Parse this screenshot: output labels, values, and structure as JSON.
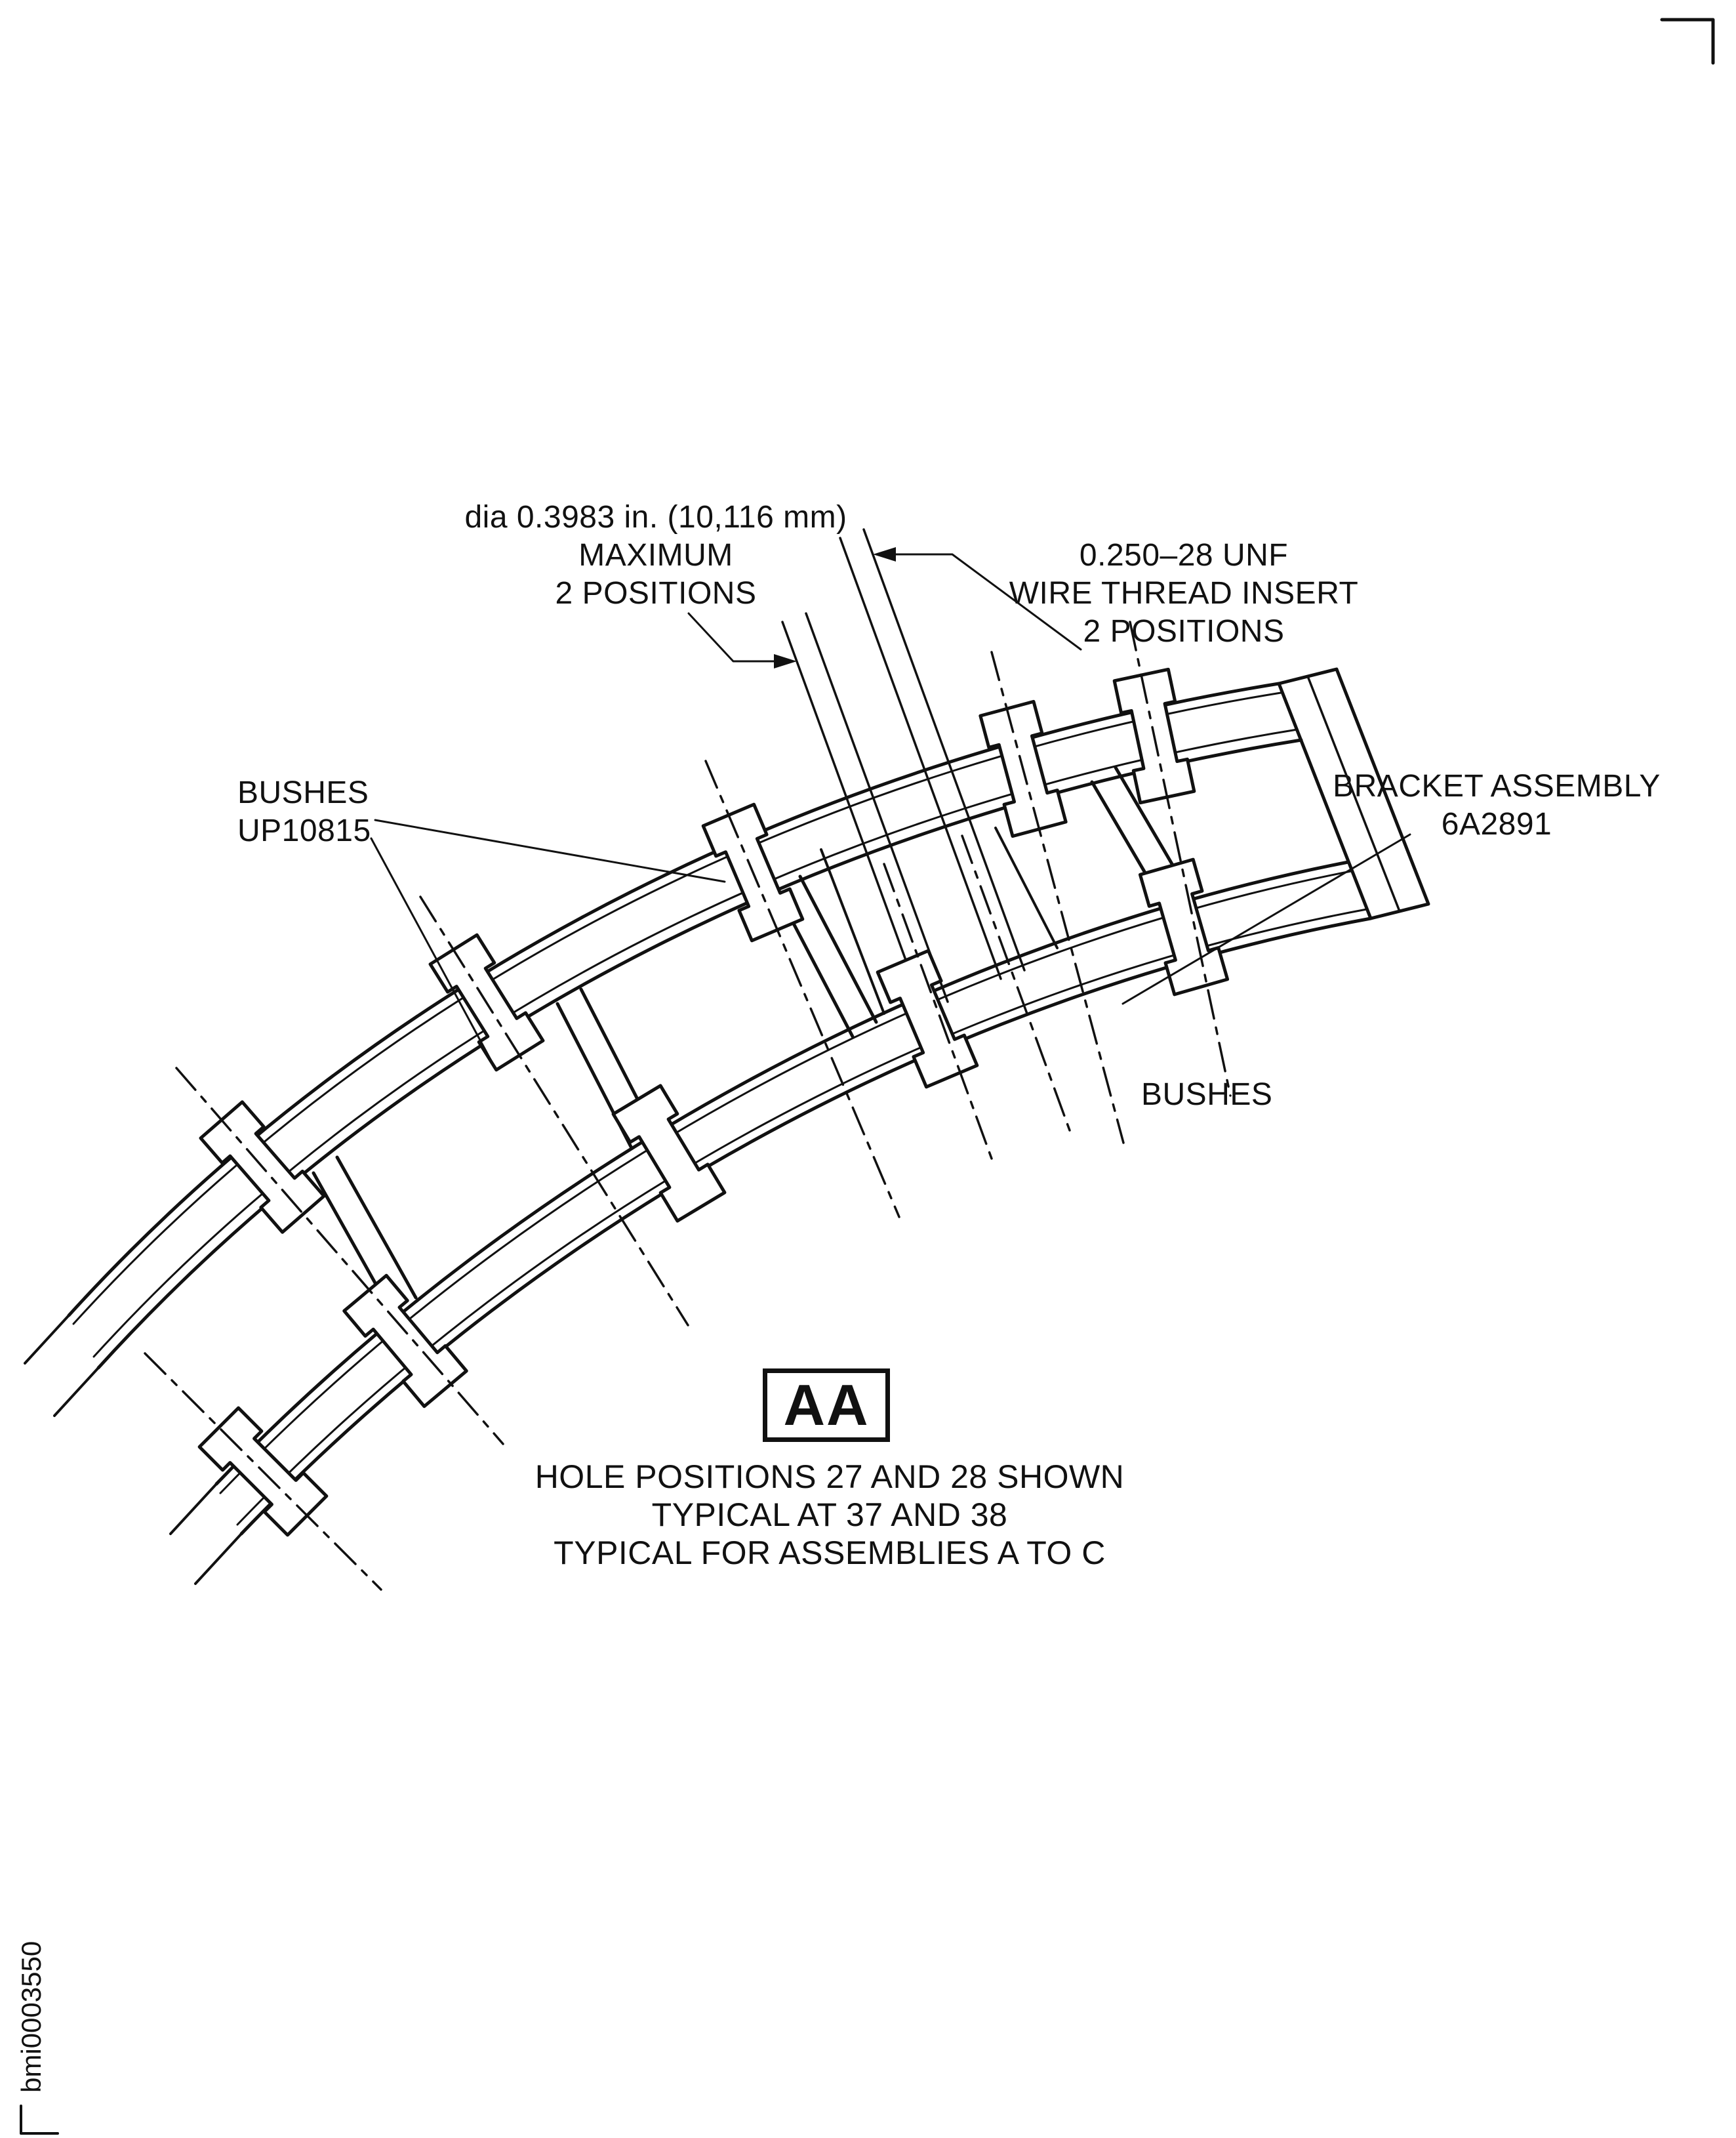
{
  "page": {
    "background": "#ffffff",
    "line_color": "#111111"
  },
  "callouts": {
    "hole_dia": {
      "line1": "dia 0.3983 in. (10,116 mm)",
      "line2": "MAXIMUM",
      "line3": "2 POSITIONS"
    },
    "thread_insert": {
      "line1": "0.250–28 UNF",
      "line2": "WIRE THREAD INSERT",
      "line3": "2 POSITIONS"
    },
    "bushes_left": {
      "line1": "BUSHES",
      "line2": "UP10815"
    },
    "bracket_assembly": {
      "line1": "BRACKET ASSEMBLY",
      "line2": "6A2891"
    },
    "bushes_right": {
      "line1": "BUSHES"
    }
  },
  "view_marker": {
    "label": "AA"
  },
  "caption": {
    "line1": "HOLE POSITIONS 27 AND 28 SHOWN",
    "line2": "TYPICAL AT 37 AND 38",
    "line3": "TYPICAL FOR ASSEMBLIES A TO C"
  },
  "figure_number": {
    "id": "bmi0003550"
  }
}
